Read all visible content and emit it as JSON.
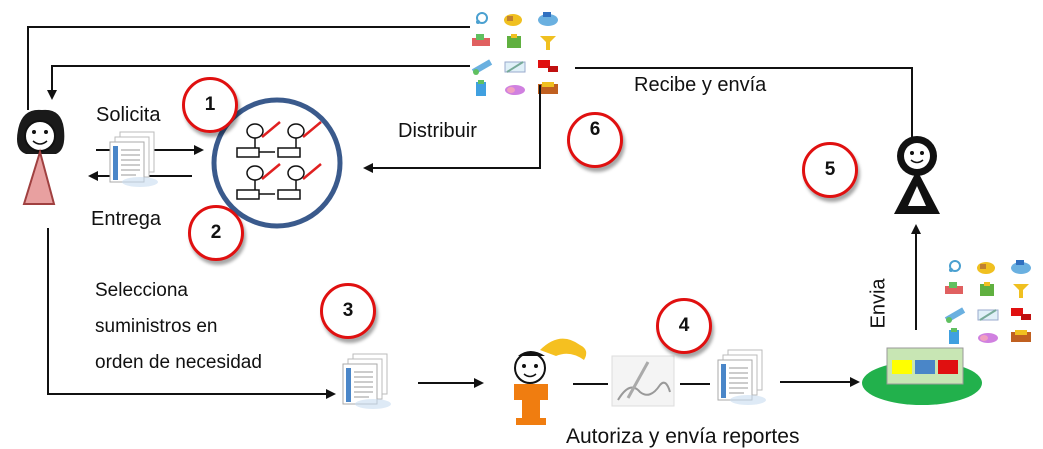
{
  "labels": {
    "solicita": "Solicita",
    "entrega": "Entrega",
    "selecciona_1": "Selecciona",
    "selecciona_2": "suministros en",
    "selecciona_3": "orden de necesidad",
    "distribuir": "Distribuir",
    "recibe": "Recibe y envía",
    "envia": "Envia",
    "autoriza": "Autoriza y envía reportes"
  },
  "steps": [
    "1",
    "2",
    "3",
    "4",
    "5",
    "6"
  ],
  "step_6_subtext": "-",
  "colors": {
    "badge_border": "#e01010",
    "process_circle": "#3a5a8c",
    "connector_red": "#e02020",
    "pharmacy_base": "#22b14c",
    "pharmacy_box": "#c8e6b4",
    "block_yellow": "#ffff00",
    "block_blue": "#4a86c8",
    "block_red": "#e01010",
    "requester_body": "#e8a0a0",
    "authorizer_body": "#f07d10",
    "authorizer_hair": "#f5c020"
  }
}
